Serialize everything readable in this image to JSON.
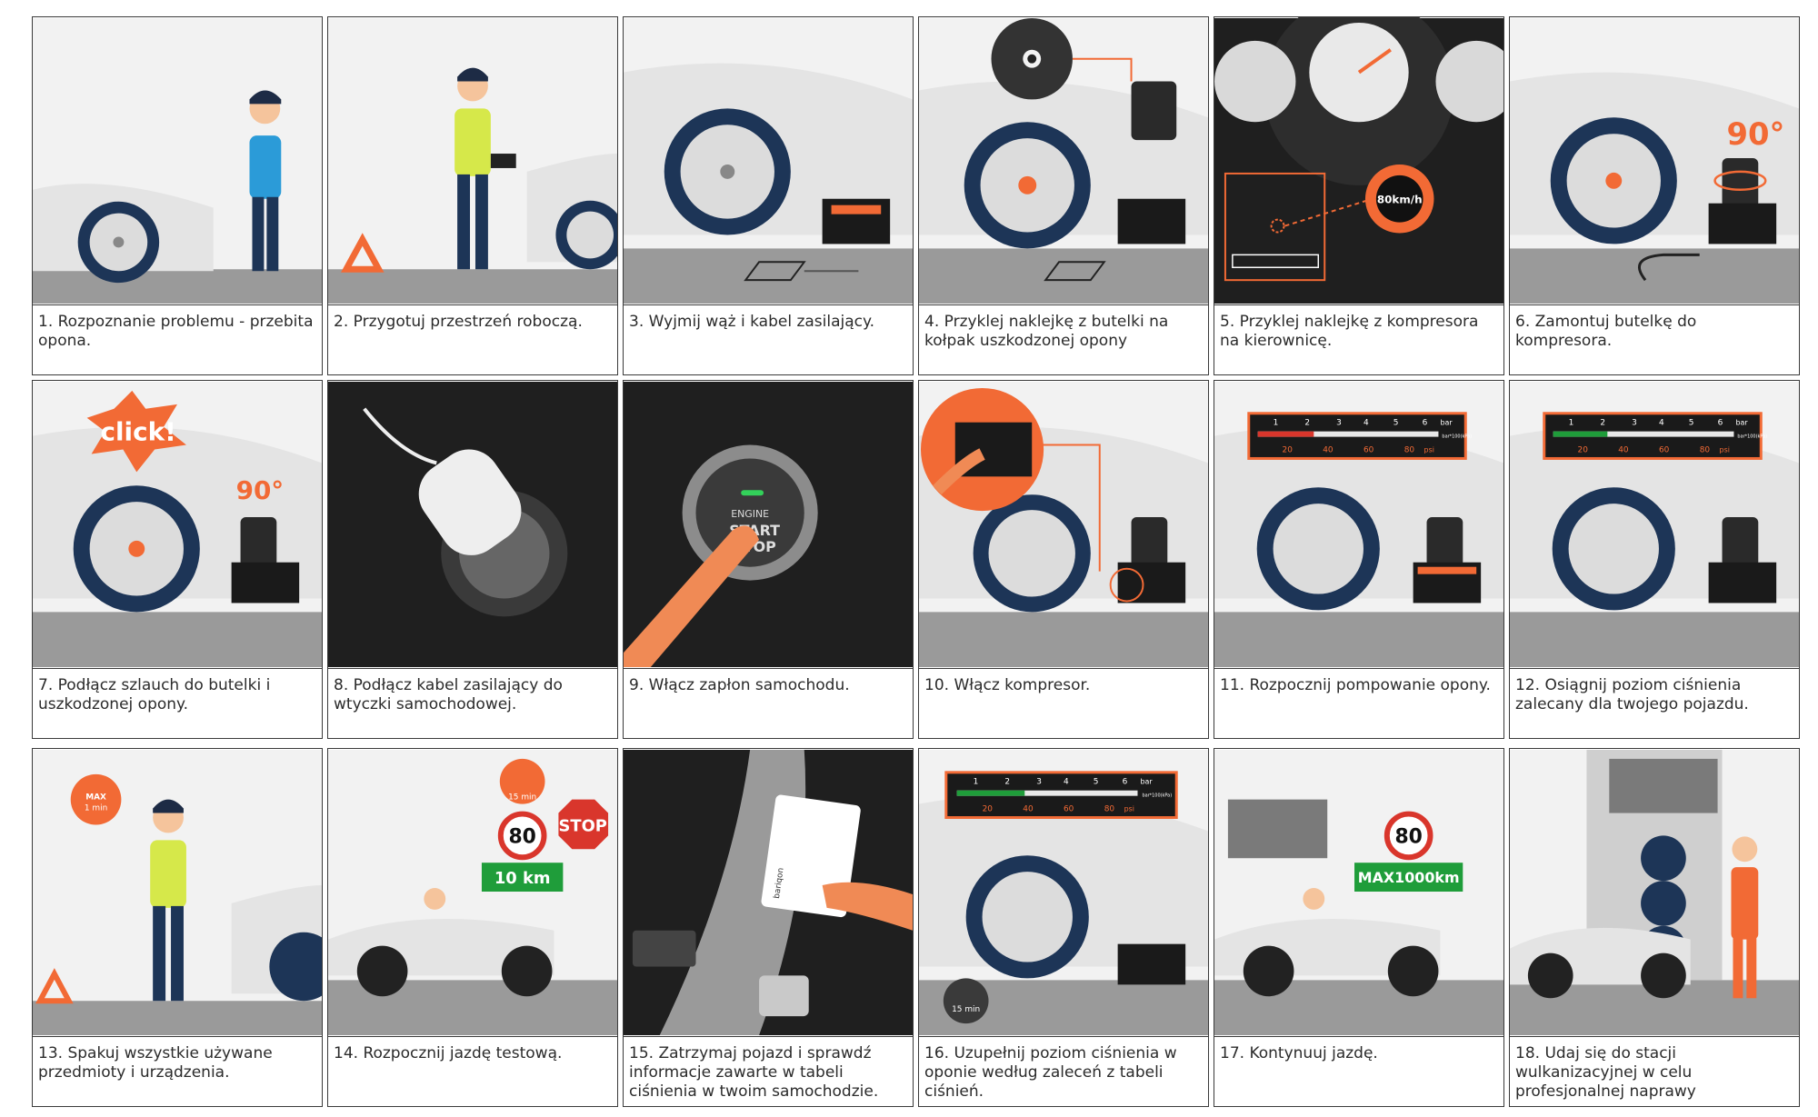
{
  "steps": [
    {
      "caption": "1. Rozpoznanie problemu - przebita opona."
    },
    {
      "caption": "2. Przygotuj przestrzeń roboczą."
    },
    {
      "caption": "3. Wyjmij wąż i kabel zasilający."
    },
    {
      "caption": "4. Przyklej naklejkę z butelki na kołpak uszkodzonej opony"
    },
    {
      "caption": "5. Przyklej naklejkę z kompresora na kierownicę."
    },
    {
      "caption": "6. Zamontuj butelkę do kompresora."
    },
    {
      "caption": "7. Podłącz szlauch do butelki i uszkodzonej opony."
    },
    {
      "caption": "8. Podłącz kabel zasilający do wtyczki samochodowej."
    },
    {
      "caption": "9. Włącz zapłon samochodu."
    },
    {
      "caption": "10. Włącz kompresor."
    },
    {
      "caption": "11. Rozpocznij pompowanie opony."
    },
    {
      "caption": "12. Osiągnij poziom ciśnienia zalecany dla twojego pojazdu."
    },
    {
      "caption": "13. Spakuj wszystkie używane przedmioty i urządzenia."
    },
    {
      "caption": "14. Rozpocznij jazdę testową."
    },
    {
      "caption": "15. Zatrzymaj pojazd i sprawdź informacje zawarte w tabeli ciśnienia w twoim samochodzie."
    },
    {
      "caption": "16. Uzupełnij poziom ciśnienia w oponie według zaleceń z tabeli ciśnień."
    },
    {
      "caption": "17. Kontynuuj jazdę."
    },
    {
      "caption": "18. Udaj się do stacji wulkanizacyjnej w celu profesjonalnej naprawy"
    }
  ],
  "labels": {
    "angle": "90°",
    "speed": "80km/h",
    "click": "click!",
    "engine": "ENGINE",
    "start": "START",
    "stop_btn": "STOP",
    "gauge_unit": "bar",
    "gauge_psi": "psi",
    "gauge_kpa": "bar*100(kPa)",
    "gauge_bar": [
      "1",
      "2",
      "3",
      "4",
      "5",
      "6"
    ],
    "gauge_psi_vals": [
      "20",
      "40",
      "60",
      "80"
    ],
    "max_label": "MAX",
    "max_time": "1 min",
    "timer": "15 min",
    "speed_sign": "80",
    "stop_sign": "STOP",
    "distance": "10  km",
    "max_distance": "MAX1000km",
    "brand": "bariqon"
  },
  "colors": {
    "accent": "#f26a35",
    "tire": "#1d3557",
    "road": "#9a9a9a",
    "green": "#1f9d3a",
    "red": "#d9362c"
  }
}
